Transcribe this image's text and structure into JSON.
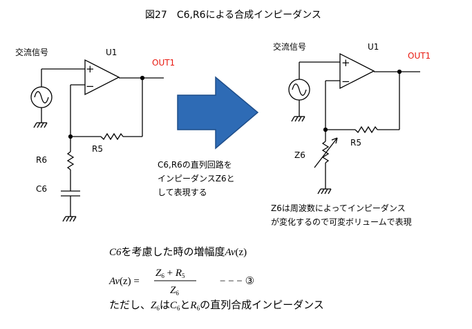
{
  "title": "図27　C6,R6による合成インピーダンス",
  "left_circuit": {
    "source_label": "交流信号",
    "opamp_label": "U1",
    "output_label": "OUT1",
    "r_feedback_label": "R5",
    "r_series_label": "R6",
    "c_series_label": "C6",
    "plus_sign": "+",
    "minus_sign": "−"
  },
  "caption_left": [
    "C6,R6の直列回路を",
    "インピーダンスZ6と",
    "して表現する"
  ],
  "right_circuit": {
    "source_label": "交流信号",
    "opamp_label": "U1",
    "output_label": "OUT1",
    "r_feedback_label": "R5",
    "z_label": "Z6",
    "plus_sign": "+",
    "minus_sign": "−"
  },
  "caption_right": [
    "Z6は周波数によってインピーダンス",
    "が変化するので可変ボリュームで表現"
  ],
  "colors": {
    "output_label": "#e8190f",
    "arrow_fill": "#2e6bb5",
    "arrow_stroke": "#1f4e8a"
  },
  "formula": {
    "line1_prefix": "C6",
    "line1_text": "を考慮した時の増幅度",
    "line1_av": "Av",
    "line1_arg": "(z)",
    "lhs_av": "Av",
    "lhs_arg": "(z) =",
    "num_z": "Z",
    "num_z_sub": "6",
    "num_plus": " + ",
    "num_r": "R",
    "num_r_sub": "5",
    "den_z": "Z",
    "den_z_sub": "6",
    "eq_ref": "− − − ③",
    "line3_a": "ただし、",
    "line3_z": "Z",
    "line3_z_sub": "6",
    "line3_b": "は",
    "line3_c": "C",
    "line3_c_sub": "6",
    "line3_d": "と",
    "line3_r": "R",
    "line3_r_sub": "6",
    "line3_e": "の直列合成インピーダンス"
  }
}
